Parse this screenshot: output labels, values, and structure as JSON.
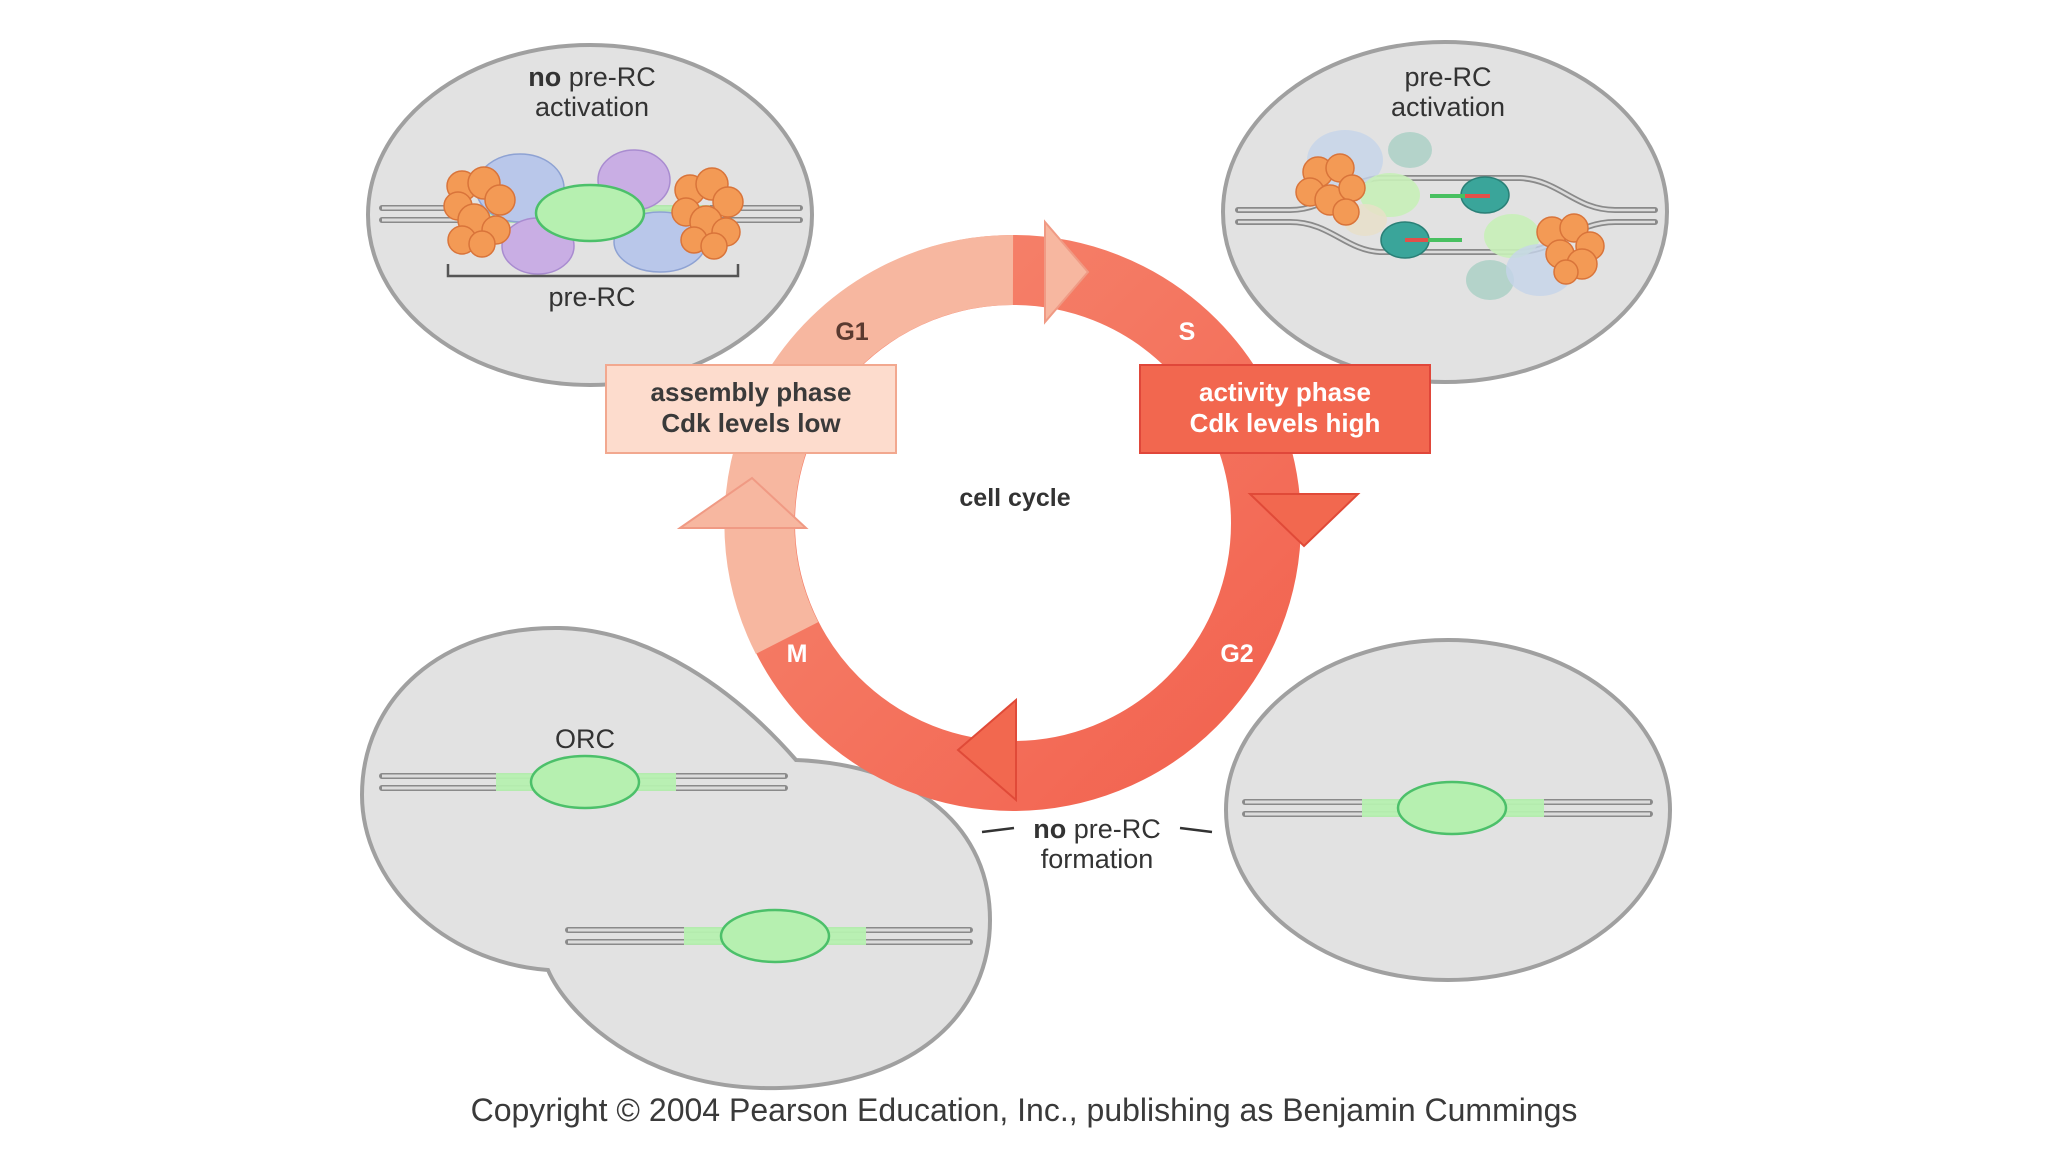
{
  "cycle": {
    "center_label": "cell cycle",
    "phases": {
      "g1": "G1",
      "s": "S",
      "g2": "G2",
      "m": "M"
    }
  },
  "assembly_box": {
    "line1": "assembly phase",
    "line2": "Cdk levels low"
  },
  "activity_box": {
    "line1": "activity phase",
    "line2": "Cdk levels high"
  },
  "panel_top_left": {
    "label_bold": "no",
    "label_rest": " pre-RC",
    "label_line2": "activation",
    "bracket_label": "pre-RC"
  },
  "panel_top_right": {
    "label_line1": "pre-RC",
    "label_line2": "activation"
  },
  "panel_bottom_left": {
    "orc_label": "ORC"
  },
  "panel_bottom_right": {
    "label_bold": "no",
    "label_rest": " pre-RC",
    "label_line2": "formation"
  },
  "copyright": "Copyright © 2004 Pearson Education, Inc., publishing as Benjamin Cummings",
  "colors": {
    "cell_fill": "#e2e2e2",
    "cell_stroke": "#9a9a9a",
    "orc_green": "#b6f0b0",
    "mcm_orange": "#f39a55",
    "arrow_light": "#f7b7a0",
    "arrow_dark": "#f0614e",
    "assembly_box": "#fddccd",
    "activity_box": "#f2674f"
  }
}
